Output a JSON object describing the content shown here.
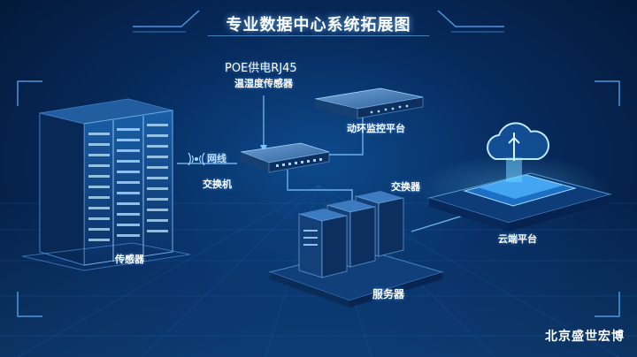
{
  "title": "专业数据中心系统拓展图",
  "labels": {
    "poe_line1": "POE供电RJ45",
    "poe_line2": "温湿度传感器",
    "monitor_platform": "动环监控平台",
    "cable": "网线",
    "switch_left": "交换机",
    "switch_right": "交换器",
    "cloud_platform": "云端平台",
    "sensor": "传感器",
    "server": "服务器"
  },
  "brand": "北京盛世宏博",
  "icons": {
    "wifi": "wifi-signal-icon",
    "cloud": "cloud-icon"
  },
  "colors": {
    "background_dark": "#031633",
    "background_light": "#0d4a8c",
    "accent": "#4fb3ff",
    "line": "#7cc4ff",
    "text": "#ffffff"
  }
}
